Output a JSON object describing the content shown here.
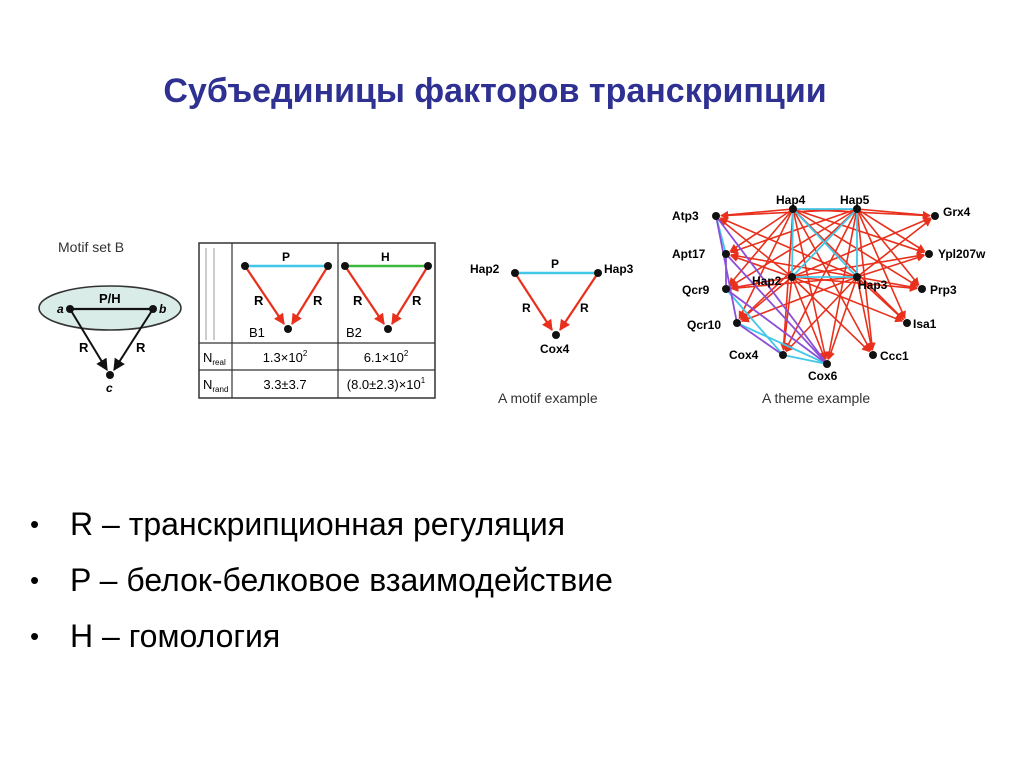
{
  "slide": {
    "title": "Субъединицы факторов транскрипции"
  },
  "colors": {
    "title": "#2e3192",
    "regulation": "#e8301c",
    "protein_interaction": "#41c8e8",
    "homology": "#3cb93c",
    "theme_purple": "#8a4fd6",
    "oval_fill": "#d9ece8"
  },
  "figure": {
    "motif_set": {
      "label": "Motif set B",
      "nodes": {
        "a": "a",
        "b": "b",
        "c": "c"
      },
      "top_edge_label": "P/H",
      "left_edge_label": "R",
      "right_edge_label": "R"
    },
    "table": {
      "b1": {
        "top_label": "P",
        "left_label": "R",
        "right_label": "R",
        "name": "B1"
      },
      "b2": {
        "top_label": "H",
        "left_label": "R",
        "right_label": "R",
        "name": "B2"
      },
      "rows": [
        {
          "label_main": "N",
          "label_sub": "real",
          "b1": "1.3×10",
          "b1_exp": "2",
          "b2": "6.1×10",
          "b2_exp": "2"
        },
        {
          "label_main": "N",
          "label_sub": "rand",
          "b1": "3.3±3.7",
          "b1_exp": "",
          "b2": "(8.0±2.3)×10",
          "b2_exp": "1"
        }
      ]
    },
    "motif_example": {
      "nodes": {
        "left": "Hap2",
        "right": "Hap3",
        "bottom": "Cox4"
      },
      "top_edge_label": "P",
      "left_edge_label": "R",
      "right_edge_label": "R",
      "caption": "A motif example"
    },
    "theme_example": {
      "caption": "A theme example",
      "nodes": [
        {
          "id": "hap4",
          "label": "Hap4"
        },
        {
          "id": "hap5",
          "label": "Hap5"
        },
        {
          "id": "hap2",
          "label": "Hap2"
        },
        {
          "id": "hap3",
          "label": "Hap3"
        },
        {
          "id": "atp3",
          "label": "Atp3"
        },
        {
          "id": "apt17",
          "label": "Apt17"
        },
        {
          "id": "qcr9",
          "label": "Qcr9"
        },
        {
          "id": "qcr10",
          "label": "Qcr10"
        },
        {
          "id": "cox4",
          "label": "Cox4"
        },
        {
          "id": "cox6",
          "label": "Cox6"
        },
        {
          "id": "ccc1",
          "label": "Ccc1"
        },
        {
          "id": "isa1",
          "label": "Isa1"
        },
        {
          "id": "prp3",
          "label": "Prp3"
        },
        {
          "id": "ypl207w",
          "label": "Ypl207w"
        },
        {
          "id": "grx4",
          "label": "Grx4"
        }
      ],
      "edges": [
        {
          "from": "hap4",
          "to": "atp3",
          "type": "R"
        },
        {
          "from": "hap4",
          "to": "apt17",
          "type": "R"
        },
        {
          "from": "hap4",
          "to": "qcr9",
          "type": "R"
        },
        {
          "from": "hap4",
          "to": "qcr10",
          "type": "R"
        },
        {
          "from": "hap4",
          "to": "cox4",
          "type": "R"
        },
        {
          "from": "hap4",
          "to": "cox6",
          "type": "R"
        },
        {
          "from": "hap4",
          "to": "ccc1",
          "type": "R"
        },
        {
          "from": "hap4",
          "to": "isa1",
          "type": "R"
        },
        {
          "from": "hap4",
          "to": "prp3",
          "type": "R"
        },
        {
          "from": "hap4",
          "to": "ypl207w",
          "type": "R"
        },
        {
          "from": "hap4",
          "to": "grx4",
          "type": "R"
        },
        {
          "from": "hap5",
          "to": "atp3",
          "type": "R"
        },
        {
          "from": "hap5",
          "to": "apt17",
          "type": "R"
        },
        {
          "from": "hap5",
          "to": "qcr9",
          "type": "R"
        },
        {
          "from": "hap5",
          "to": "qcr10",
          "type": "R"
        },
        {
          "from": "hap5",
          "to": "cox4",
          "type": "R"
        },
        {
          "from": "hap5",
          "to": "cox6",
          "type": "R"
        },
        {
          "from": "hap5",
          "to": "ccc1",
          "type": "R"
        },
        {
          "from": "hap5",
          "to": "isa1",
          "type": "R"
        },
        {
          "from": "hap5",
          "to": "prp3",
          "type": "R"
        },
        {
          "from": "hap5",
          "to": "ypl207w",
          "type": "R"
        },
        {
          "from": "hap5",
          "to": "grx4",
          "type": "R"
        },
        {
          "from": "hap2",
          "to": "atp3",
          "type": "R"
        },
        {
          "from": "hap2",
          "to": "apt17",
          "type": "R"
        },
        {
          "from": "hap2",
          "to": "qcr9",
          "type": "R"
        },
        {
          "from": "hap2",
          "to": "qcr10",
          "type": "R"
        },
        {
          "from": "hap2",
          "to": "cox4",
          "type": "R"
        },
        {
          "from": "hap2",
          "to": "cox6",
          "type": "R"
        },
        {
          "from": "hap2",
          "to": "ccc1",
          "type": "R"
        },
        {
          "from": "hap2",
          "to": "isa1",
          "type": "R"
        },
        {
          "from": "hap2",
          "to": "prp3",
          "type": "R"
        },
        {
          "from": "hap2",
          "to": "ypl207w",
          "type": "R"
        },
        {
          "from": "hap2",
          "to": "grx4",
          "type": "R"
        },
        {
          "from": "hap3",
          "to": "atp3",
          "type": "R"
        },
        {
          "from": "hap3",
          "to": "apt17",
          "type": "R"
        },
        {
          "from": "hap3",
          "to": "qcr9",
          "type": "R"
        },
        {
          "from": "hap3",
          "to": "qcr10",
          "type": "R"
        },
        {
          "from": "hap3",
          "to": "cox4",
          "type": "R"
        },
        {
          "from": "hap3",
          "to": "cox6",
          "type": "R"
        },
        {
          "from": "hap3",
          "to": "ccc1",
          "type": "R"
        },
        {
          "from": "hap3",
          "to": "isa1",
          "type": "R"
        },
        {
          "from": "hap3",
          "to": "prp3",
          "type": "R"
        },
        {
          "from": "hap3",
          "to": "ypl207w",
          "type": "R"
        },
        {
          "from": "hap3",
          "to": "grx4",
          "type": "R"
        },
        {
          "from": "hap4",
          "to": "hap5",
          "type": "P"
        },
        {
          "from": "hap4",
          "to": "hap2",
          "type": "P"
        },
        {
          "from": "hap4",
          "to": "hap3",
          "type": "P"
        },
        {
          "from": "hap5",
          "to": "hap2",
          "type": "P"
        },
        {
          "from": "hap5",
          "to": "hap3",
          "type": "P"
        },
        {
          "from": "hap2",
          "to": "hap3",
          "type": "P"
        },
        {
          "from": "cox4",
          "to": "cox6",
          "type": "P"
        },
        {
          "from": "qcr10",
          "to": "cox6",
          "type": "P"
        },
        {
          "from": "atp3",
          "to": "apt17",
          "type": "P"
        },
        {
          "from": "qcr9",
          "to": "cox4",
          "type": "P"
        },
        {
          "from": "atp3",
          "to": "cox6",
          "type": "X"
        },
        {
          "from": "atp3",
          "to": "qcr10",
          "type": "X"
        },
        {
          "from": "apt17",
          "to": "cox6",
          "type": "X"
        },
        {
          "from": "apt17",
          "to": "qcr9",
          "type": "X"
        },
        {
          "from": "qcr9",
          "to": "cox6",
          "type": "X"
        },
        {
          "from": "qcr10",
          "to": "cox4",
          "type": "X"
        }
      ]
    }
  },
  "bullets": [
    {
      "marker": "•",
      "text": "R – транскрипционная регуляция"
    },
    {
      "marker": "•",
      "text": "P – белок-белковое взаимодействие"
    },
    {
      "marker": "•",
      "text": "H – гомология"
    }
  ]
}
